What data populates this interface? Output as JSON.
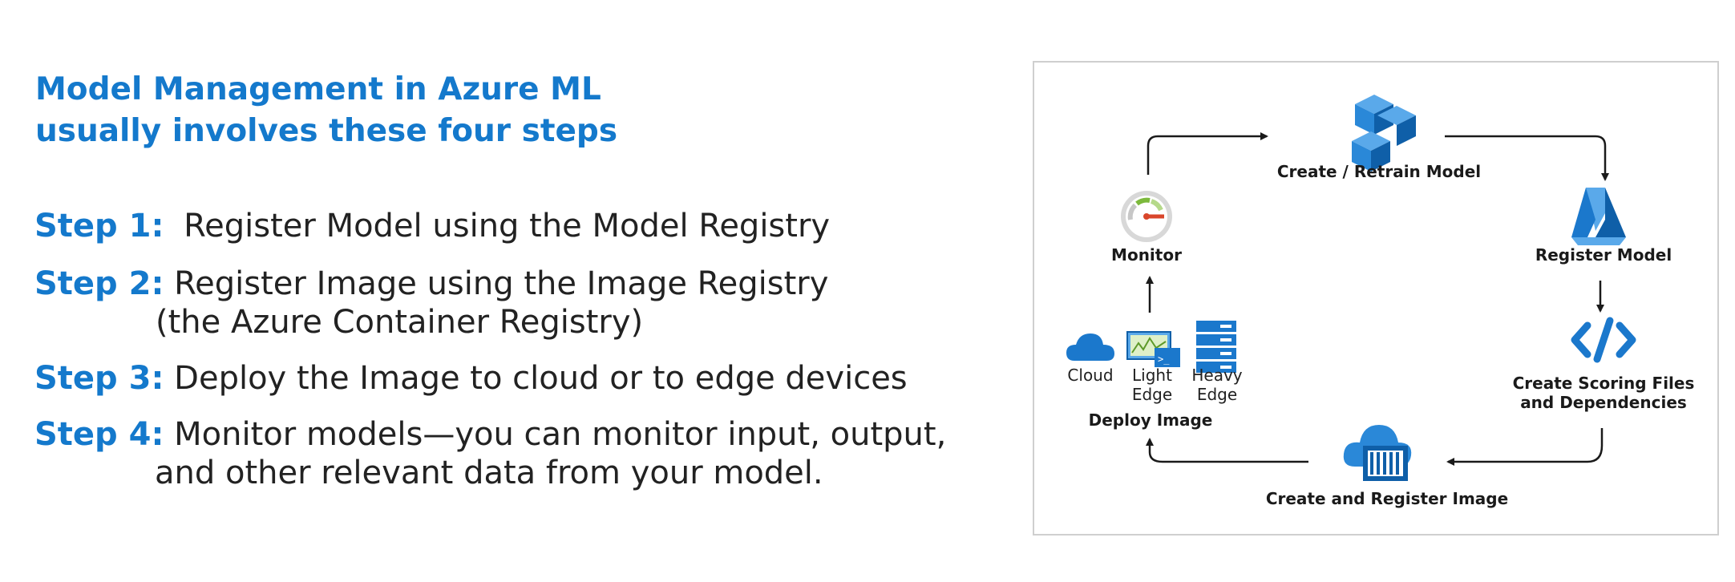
{
  "heading": {
    "line1": "Model Management in Azure ML",
    "line2": "usually involves these four steps"
  },
  "steps": [
    {
      "label": "Step 1:",
      "text": " Register Model using the Model Registry",
      "continuation": ""
    },
    {
      "label": "Step 2:",
      "text": "Register Image using the Image Registry",
      "continuation": "(the Azure Container Registry)"
    },
    {
      "label": "Step 3:",
      "text": "Deploy the Image to cloud or to edge devices",
      "continuation": ""
    },
    {
      "label": "Step 4:",
      "text": "Monitor models—you can monitor input, output,",
      "continuation": "and other relevant data from your model."
    }
  ],
  "diagram": {
    "nodes": {
      "create_model": "Create / Retrain Model",
      "register_model": "Register Model",
      "scoring_line1": "Create Scoring Files",
      "scoring_line2": "and Dependencies",
      "register_image": "Create and Register Image",
      "deploy_image": "Deploy Image",
      "monitor": "Monitor"
    },
    "deploy_targets": {
      "cloud": "Cloud",
      "light_line1": "Light",
      "light_line2": "Edge",
      "heavy_line1": "Heavy",
      "heavy_line2": "Edge"
    },
    "icons": [
      "cubes-icon",
      "azure-ml-icon",
      "code-icon",
      "container-registry-icon",
      "cloud-icon",
      "light-edge-icon",
      "heavy-edge-icon",
      "gauge-icon"
    ],
    "colors": {
      "accent": "#1479cc",
      "icon_blue": "#2a88d8",
      "icon_dark": "#0f5fa8",
      "arrow": "#1a1a1a",
      "gauge_red": "#d9462b",
      "gauge_green": "#7cb93c"
    }
  }
}
